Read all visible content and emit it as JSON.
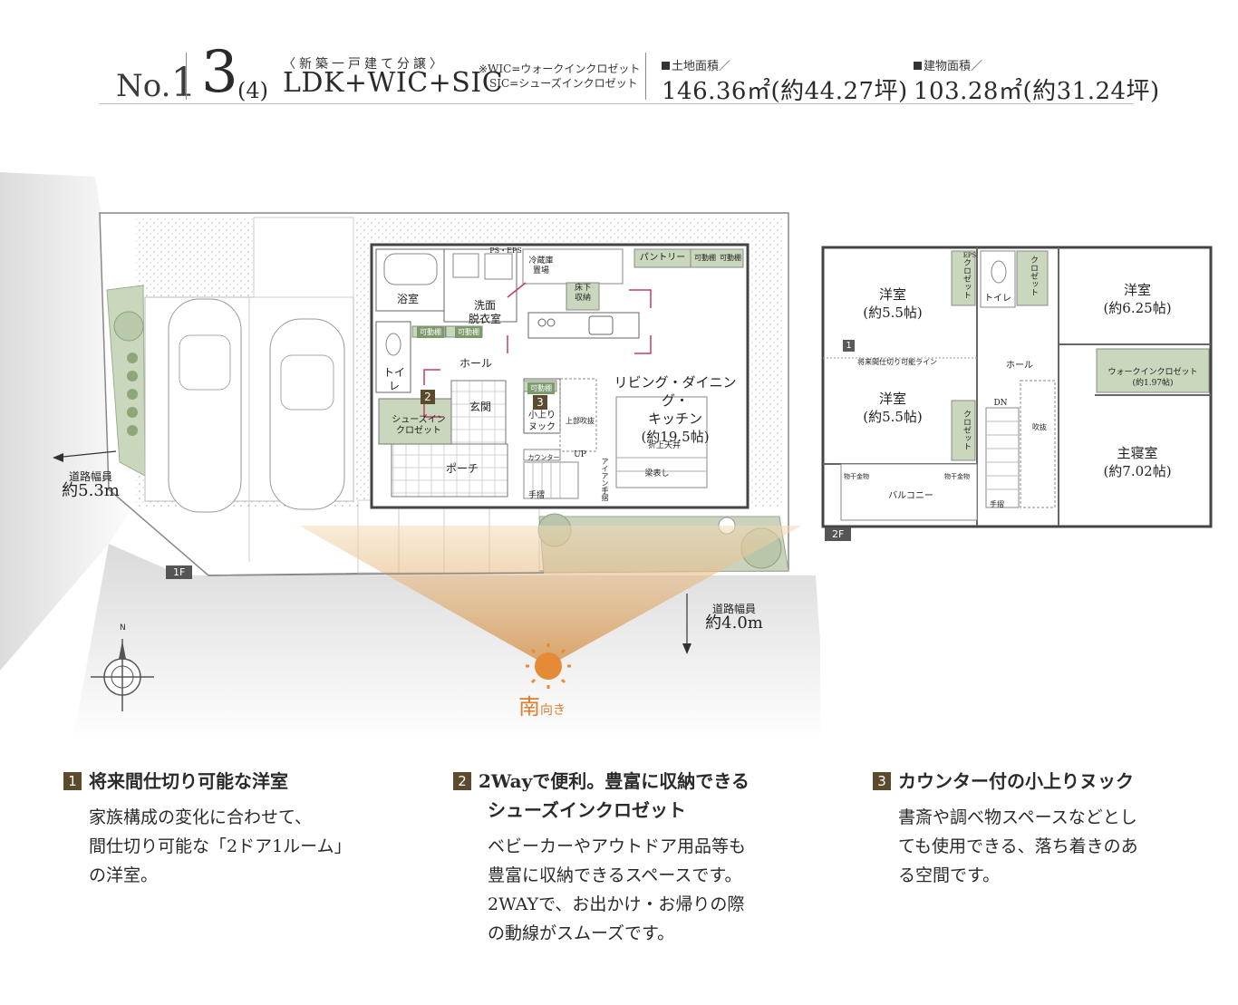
{
  "header": {
    "no_prefix": "No.",
    "no_number": "1",
    "big_number": "3",
    "paren": "(4)",
    "layout": "LDK+WIC+SIC",
    "subtitle": "〈新築一戸建て分譲〉",
    "note_line1": "※WIC=ウォークインクロゼット",
    "note_line2": "SIC=シューズインクロゼット",
    "land_label": "土地面積／",
    "land_value": "146.36㎡(約44.27坪)",
    "building_label": "建物面積／",
    "building_value": "103.28㎡(約31.24坪)"
  },
  "floor1": {
    "tag": "1F",
    "bath": "浴室",
    "washroom_1": "洗面",
    "washroom_2": "脱衣室",
    "toilet": "トイレ",
    "hall": "ホール",
    "entrance": "玄関",
    "porch": "ポーチ",
    "shoes_1": "シューズイン",
    "shoes_2": "クロゼット",
    "fridge_1": "冷蔵庫",
    "fridge_2": "置場",
    "ps_eps": "PS・EPS",
    "pantry": "パントリー",
    "shelf": "可動棚",
    "underfloor_1": "床下",
    "underfloor_2": "収納",
    "ldk_1": "リビング・ダイニング・",
    "ldk_2": "キッチン",
    "ldk_3": "(約19.5帖)",
    "nook_1": "小上り",
    "nook_2": "ヌック",
    "upper_void": "上部吹抜",
    "counter": "カウンター",
    "up": "UP",
    "handrail": "手摺",
    "iron_handrail": "アイアン手摺",
    "ceiling": "折上天井",
    "beam": "梁表し",
    "badge2": "2",
    "badge3": "3"
  },
  "floor2": {
    "tag": "2F",
    "room1_1": "洋室",
    "room1_2": "(約5.5帖)",
    "room2_1": "洋室",
    "room2_2": "(約5.5帖)",
    "room3_1": "洋室",
    "room3_2": "(約6.25帖)",
    "master_1": "主寝室",
    "master_2": "(約7.02帖)",
    "wic_1": "ウォークインクロゼット",
    "wic_2": "(約1.97帖)",
    "closet": "クロゼット",
    "toilet": "トイレ",
    "hall": "ホール",
    "void": "吹抜",
    "dn": "DN",
    "eps": "EPS",
    "handrail": "手摺",
    "balcony": "バルコニー",
    "dryer": "物干金物",
    "partition": "将来間仕切り可能ライン",
    "badge1": "1"
  },
  "site": {
    "road_left_1": "道路幅員",
    "road_left_2": "約5.3m",
    "road_bottom_1": "道路幅員",
    "road_bottom_2": "約4.0m",
    "south_1": "南",
    "south_2": "向き",
    "north": "N"
  },
  "features": [
    {
      "num": "1",
      "title_1": "将来間仕切り可能な洋室",
      "title_2": "",
      "body": [
        "家族構成の変化に合わせて、",
        "間仕切り可能な「2ドア1ルーム」",
        "の洋室。"
      ]
    },
    {
      "num": "2",
      "title_1": "2Wayで便利。豊富に収納できる",
      "title_2": "シューズインクロゼット",
      "body": [
        "ベビーカーやアウトドア用品等も",
        "豊富に収納できるスペースです。",
        "2WAYで、お出かけ・お帰りの際",
        "の動線がスムーズです。"
      ]
    },
    {
      "num": "3",
      "title_1": "カウンター付の小上りヌック",
      "title_2": "",
      "body": [
        "書斎や調べ物スペースなどとし",
        "ても使用できる、落ち着きのあ",
        "る空間です。"
      ]
    }
  ],
  "colors": {
    "green": "#c9d7bd",
    "accent": "#e07c2b",
    "badge": "#5b4a2d"
  }
}
